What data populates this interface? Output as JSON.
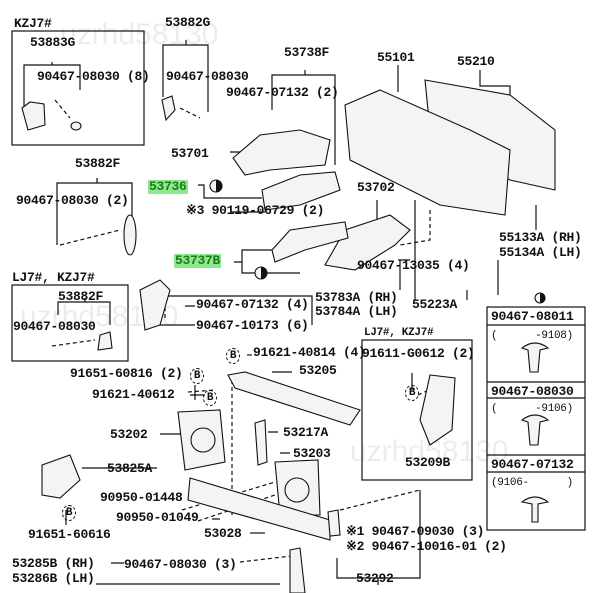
{
  "watermark": "uzrhd58130",
  "variant_labels": {
    "kzj7_top": "KZJ7#",
    "lj7_kzj7_left": "LJ7#, KZJ7#",
    "lj7_kzj7_mid": "LJ7#, KZJ7#"
  },
  "highlight_color": "#8ee88e",
  "highlighted_parts": [
    "53736",
    "53737B"
  ],
  "labels": {
    "p53883G": "53883G",
    "p90467_08030_8": "90467-08030 (8)",
    "p53882G": "53882G",
    "p90467_08030_a": "90467-08030",
    "p53738F": "53738F",
    "p90467_07132_2": "90467-07132 (2)",
    "p55101": "55101",
    "p55210": "55210",
    "p53701": "53701",
    "p53882F_a": "53882F",
    "p53736": "53736",
    "p90467_08030_2": "90467-08030 (2)",
    "p90119_06729": "※3 90119-06729 (2)",
    "p53702": "53702",
    "p55133A": "55133A (RH)",
    "p55134A": "55134A (LH)",
    "p53737B": "53737B",
    "p90467_13035": "90467-13035 (4)",
    "p53882F_b": "53882F",
    "p53783A": "53783A (RH)",
    "p53784A": "53784A (LH)",
    "p55223A": "55223A",
    "p90467_07132_4": "90467-07132 (4)",
    "p90467_08030_b": "90467-08030",
    "p90467_10173": "90467-10173 (6)",
    "p91621_40814": "91621-40814 (4)",
    "p91611_G0612": "91611-G0612 (2)",
    "p91651_60816": "91651-60816 (2)",
    "p53205": "53205",
    "p91621_40612": "91621-40612",
    "p53202": "53202",
    "p53217A": "53217A",
    "p53203": "53203",
    "p53209B": "53209B",
    "p53825A": "53825A",
    "p90950_01448": "90950-01448",
    "p90950_01049": "90950-01049",
    "p91651_60616": "91651-60616",
    "p53028": "53028",
    "p90467_09030": "※1 90467-09030 (3)",
    "p90467_10016": "※2 90467-10016-01 (2)",
    "p53292": "53292",
    "p53285B": "53285B (RH)",
    "p53286B": "53286B (LH)",
    "p90467_08030_3": "90467-08030 (3)"
  },
  "clip_table": [
    {
      "part": "90467-08011",
      "range": "(      -9108)"
    },
    {
      "part": "90467-08030",
      "range": "(      -9106)"
    },
    {
      "part": "90467-07132",
      "range": "(9106-      )"
    }
  ],
  "bolt_marker": "B"
}
